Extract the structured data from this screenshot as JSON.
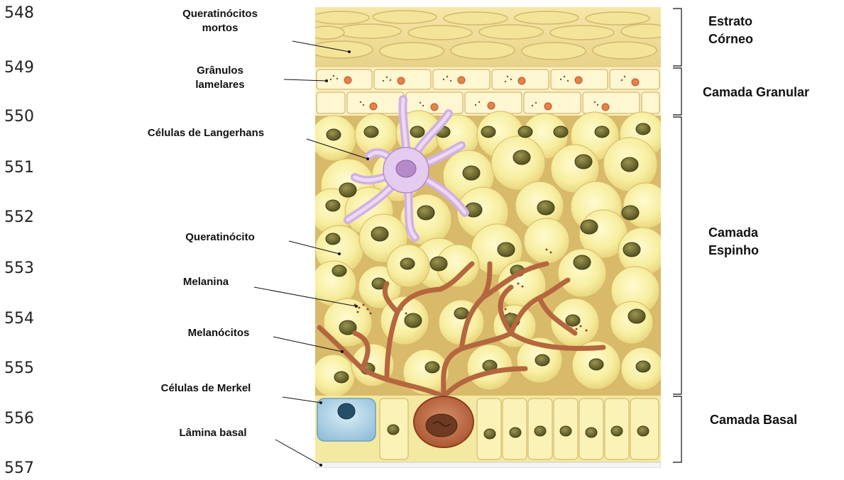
{
  "line_numbers": [
    "548",
    "549",
    "550",
    "551",
    "552",
    "553",
    "554",
    "555",
    "556",
    "557"
  ],
  "left_labels": {
    "queratinocitos_mortos": [
      "Queratinócitos",
      "mortos"
    ],
    "granulos_lamelares": [
      "Grânulos",
      "lamelares"
    ],
    "celulas_langerhans": "Células de Langerhans",
    "queratinocito": "Queratinócito",
    "melanina": "Melanina",
    "melanocitos": "Melanócitos",
    "celulas_merkel": "Células de Merkel",
    "lamina_basal": "Lâmina basal"
  },
  "right_labels": {
    "estrato_corneo": [
      "Estrato",
      "Córneo"
    ],
    "camada_granular": "Camada Granular",
    "camada_espinho": [
      "Camada",
      "Espinho"
    ],
    "camada_basal": "Camada Basal"
  },
  "colors": {
    "cell_fill": "#f7eea0",
    "cell_bg": "#d9b96a",
    "nucleus": "#6e6b2e",
    "melanocyte": "#b4663f",
    "langerhans": "#d9b8e6",
    "merkel": "#9cc7de",
    "granule": "#e8804a"
  }
}
